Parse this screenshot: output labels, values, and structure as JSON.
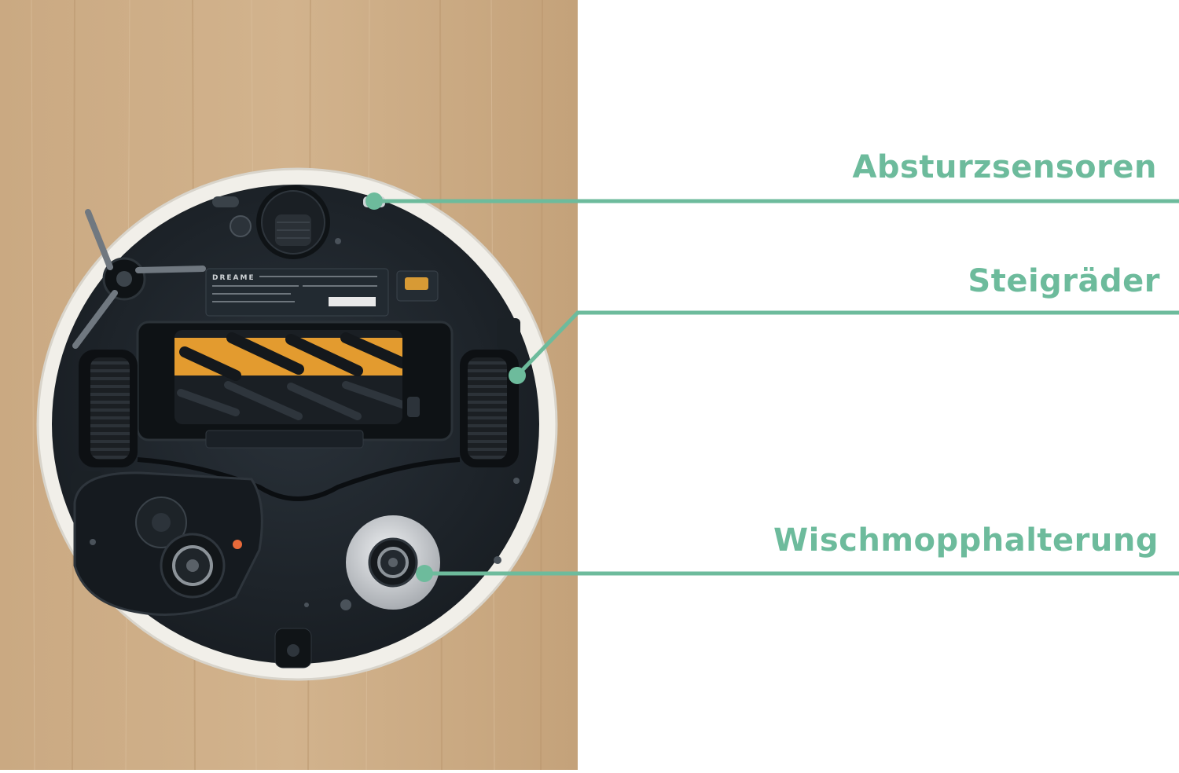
{
  "colors": {
    "accent": "#6dbb9c",
    "floor": "#c9a77f",
    "robot_shell": "#f1efe9",
    "robot_base": "#1e252b",
    "brush": "#e39b2f",
    "background": "#ffffff"
  },
  "robot": {
    "brand": "DREAME"
  },
  "callouts": [
    {
      "id": "cliff-sensors",
      "label": "Absturzsensoren"
    },
    {
      "id": "climbing-wheels",
      "label": "Steigräder"
    },
    {
      "id": "mop-holder",
      "label": "Wischmopphalterung"
    }
  ]
}
